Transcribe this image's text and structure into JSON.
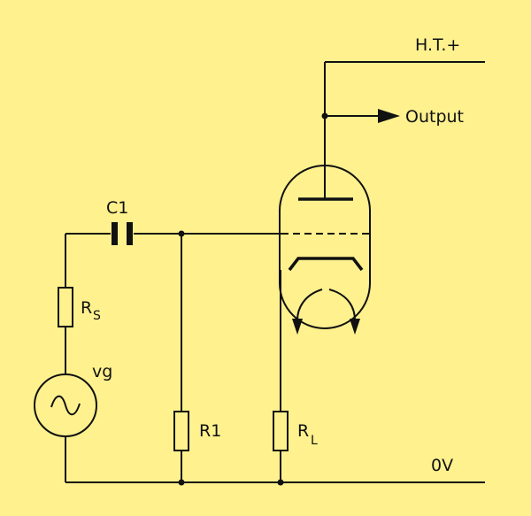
{
  "labels": {
    "ht": "H.T.+",
    "output": "Output",
    "c1": "C1",
    "rs_main": "R",
    "rs_sub": "S",
    "vg": "vg",
    "r1": "R1",
    "rl_main": "R",
    "rl_sub": "L",
    "zero_v": "0V"
  },
  "colors": {
    "background": "#FEF18E",
    "ink": "#111111"
  }
}
